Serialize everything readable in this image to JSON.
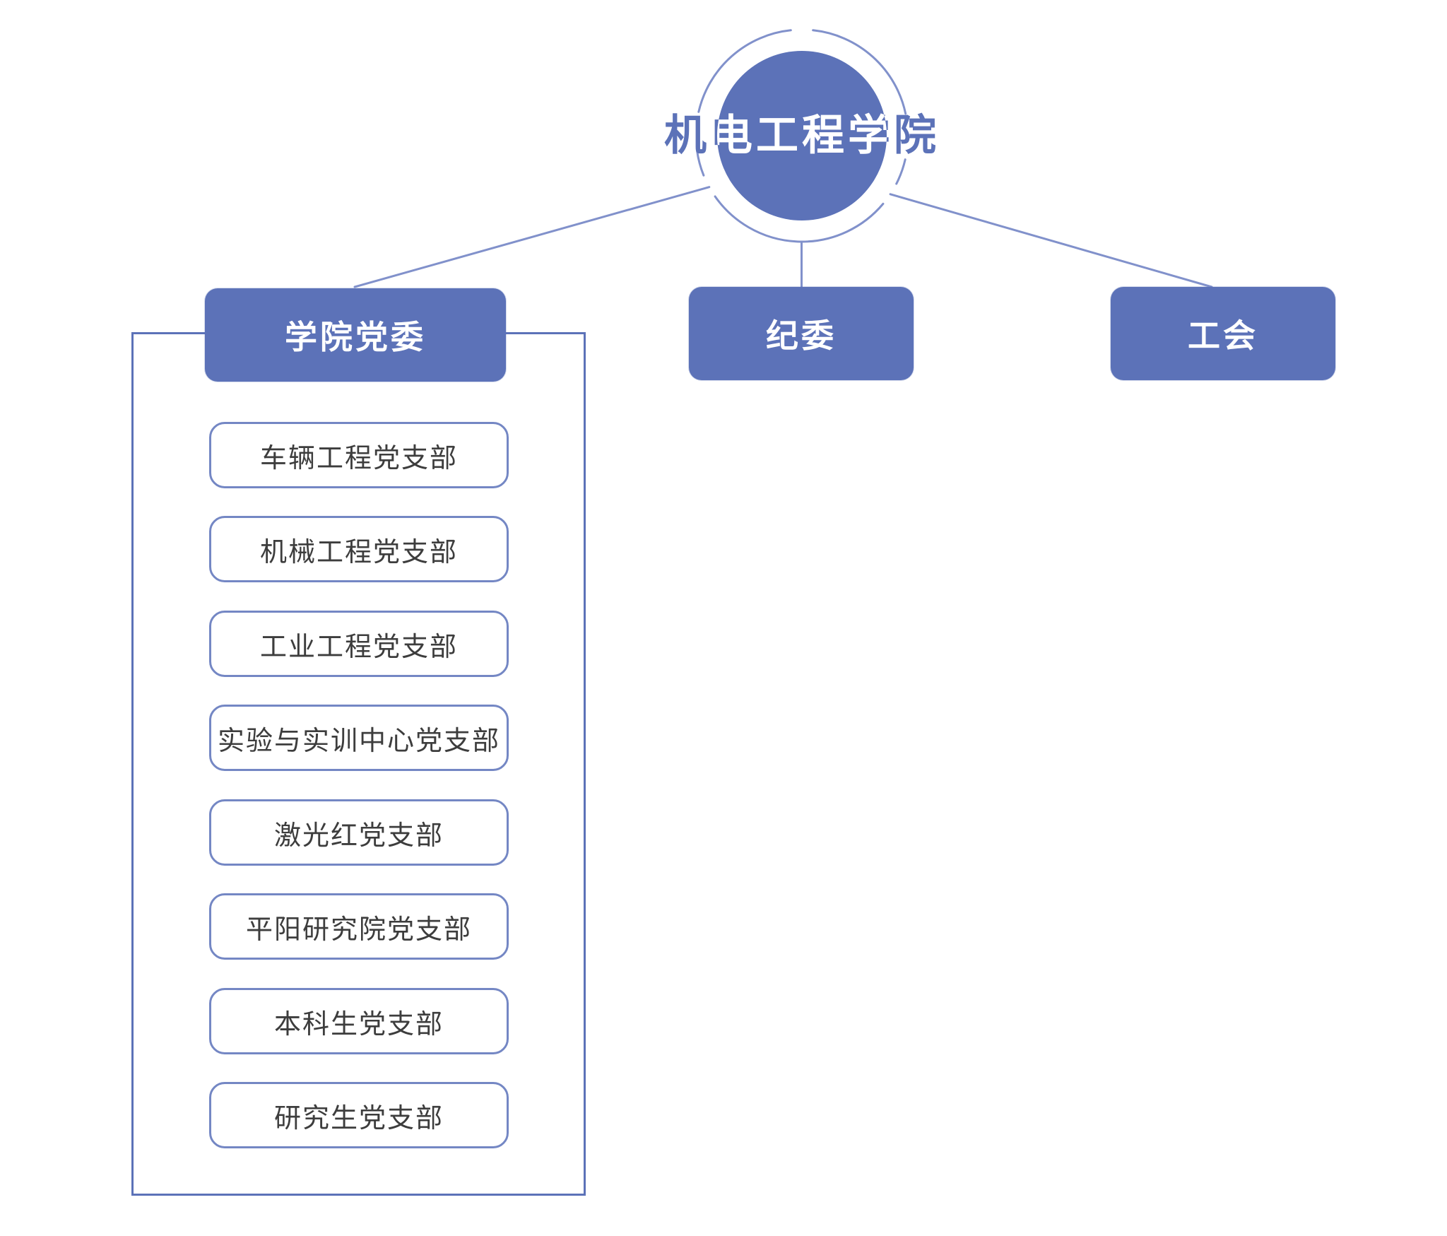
{
  "diagram": {
    "root": {
      "label": "机电工程学院"
    },
    "level2": [
      {
        "id": "party-committee",
        "label": "学院党委"
      },
      {
        "id": "discipline-committee",
        "label": "纪委"
      },
      {
        "id": "labor-union",
        "label": "工会"
      }
    ],
    "branches": [
      {
        "label": "车辆工程党支部"
      },
      {
        "label": "机械工程党支部"
      },
      {
        "label": "工业工程党支部"
      },
      {
        "label": "实验与实训中心党支部"
      },
      {
        "label": "激光红党支部"
      },
      {
        "label": "平阳研究院党支部"
      },
      {
        "label": "本科生党支部"
      },
      {
        "label": "研究生党支部"
      }
    ],
    "colors": {
      "node_blue": "#5C72B8",
      "line_blue": "#8191CB",
      "branch_border": "#7487C4",
      "branch_text": "#3D3D3D",
      "background": "#FFFFFF",
      "node_text": "#FFFFFF"
    }
  }
}
